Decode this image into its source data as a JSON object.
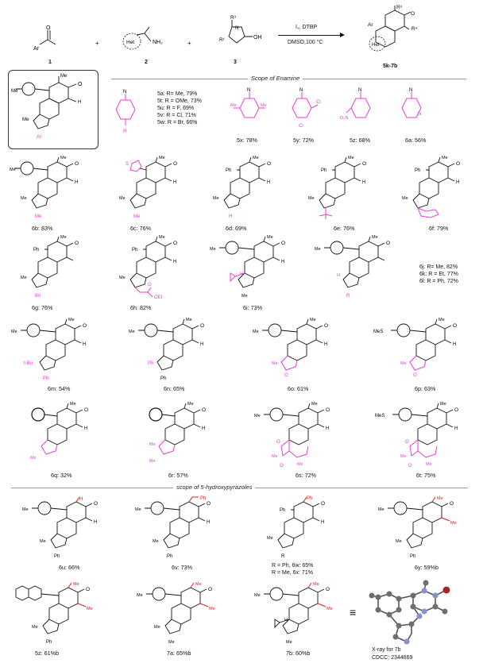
{
  "scheme": {
    "r1": "1",
    "r2": "2",
    "r3": "3",
    "product": "5k-7b",
    "plus1": "+",
    "plus2": "+",
    "reagent_top": "I₂, DTBP",
    "reagent_bottom": "DMSO,100 °C"
  },
  "sections": {
    "enamine": "Scope of Enamine",
    "hydroxy": "scope of 5-hydroxypyrazoles"
  },
  "enamine_list": [
    "5a: R= Me, 79%",
    "5t: R = OMe, 73%",
    "5u: R = F, 69%",
    "5v: R = Cl, 71%",
    "5w: R = Br, 66%"
  ],
  "captions_row0": [
    "5x: 78%",
    "5y: 72%",
    "5z: 68%",
    "6a: 56%"
  ],
  "captions_row1": [
    "6b: 83%",
    "6c: 76%",
    "6d: 69%",
    "6e: 76%",
    "6f: 79%"
  ],
  "captions_row2": [
    "6g: 76%",
    "6h: 82%",
    "6i: 73%"
  ],
  "list_6jkl": [
    "6j: R= Me, 82%",
    "6k: R = Et, 77%",
    "6l: R = Ph, 72%"
  ],
  "captions_row3": [
    "6m: 54%",
    "6n: 65%",
    "6o: 61%",
    "6p: 63%"
  ],
  "captions_row4": [
    "6q: 32%",
    "6r: 57%",
    "6s: 72%",
    "6t: 75%"
  ],
  "captions_row5": [
    "6u: 66%",
    "6v: 73%",
    "6y: 59%b"
  ],
  "list_6wx": [
    "R = Ph, 6w: 65%",
    "R = Me, 6x: 71%"
  ],
  "captions_row6": [
    "5z: 61%b",
    "7a: 65%b",
    "7b: 60%b"
  ],
  "xray": {
    "line1": "X-ray for 7b",
    "line2": "CDCC: 2344669"
  },
  "atoms": {
    "Ar": "Ar",
    "Het": "Het",
    "NH2": "NH₂",
    "OH": "OH",
    "N": "N",
    "O": "O",
    "H": "H",
    "Me": "Me",
    "Ph": "Ph",
    "Bn": "Bn",
    "OEt": "OEt",
    "R": "R",
    "R1": "R¹",
    "R3": "R³",
    "R4": "R⁴",
    "MeS": "MeS",
    "tBu": "t-Bu",
    "Cl": "Cl",
    "O2N": "O₂N",
    "S": "S",
    "eq": "≡"
  },
  "colors": {
    "magenta": "#e83ed6",
    "red": "#d62020",
    "ink": "#111111",
    "rule": "#9a9a9a"
  }
}
